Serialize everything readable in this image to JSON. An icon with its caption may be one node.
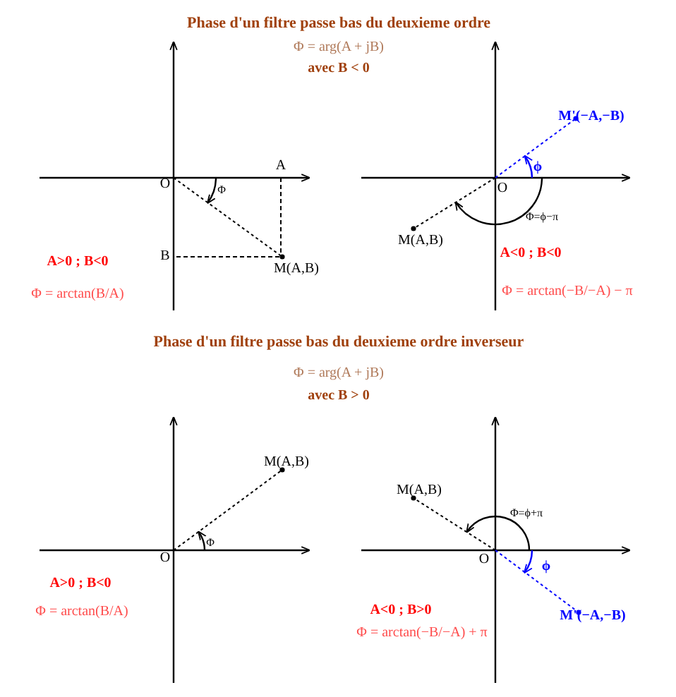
{
  "diagram": {
    "labels": [
      "Phase d'un filtre passe bas du deuxieme ordre",
      "Φ = arg(A + jB)",
      "avec B < 0",
      "A",
      "O",
      "Φ",
      "B",
      "M(A,B)",
      "A>0 ; B<0",
      "Φ = arctan(B/A)",
      "M'(−A,−B)",
      "O",
      "ϕ",
      "Φ=ϕ−π",
      "M(A,B)",
      "A<0 ; B<0",
      "Φ = arctan(−B/−A) − π",
      "Phase d'un filtre passe bas du deuxieme ordre inverseur",
      "Φ = arg(A + jB)",
      "avec B > 0",
      "M(A,B)",
      "Φ",
      "O",
      "A>0 ; B<0",
      "Φ = arctan(B/A)",
      "M(A,B)",
      "Φ=ϕ+π",
      "O",
      "ϕ",
      "M'(−A,−B)",
      "A<0 ; B>0",
      "Φ = arctan(−B/−A) + π"
    ]
  }
}
